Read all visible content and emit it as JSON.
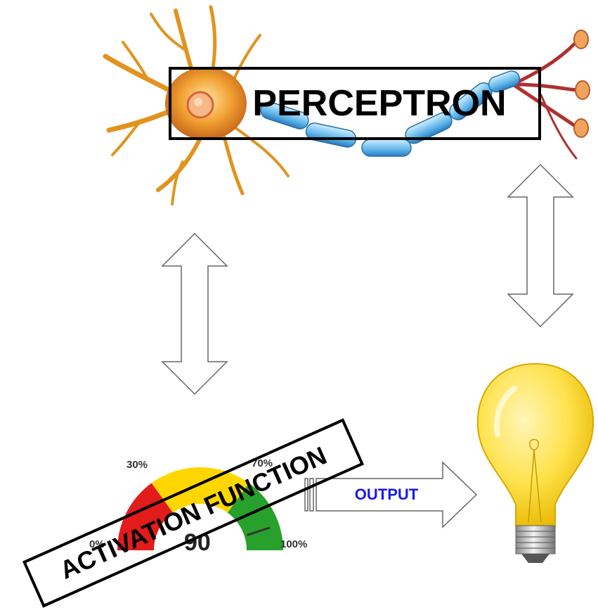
{
  "title": "PERCEPTRON",
  "activation_label": "ACTIVATION FUNCTION",
  "output_label": "OUTPUT",
  "gauge": {
    "label_low": "30%",
    "label_high": "70%",
    "label_min": "0%",
    "label_max": "100%",
    "value_text": "90",
    "needle_fraction": 0.9,
    "colors": {
      "red": "#e21b1b",
      "yellow": "#ffd600",
      "green": "#27a12b"
    }
  },
  "colors": {
    "output_text": "#1a1aee",
    "bulb": "#ffe24d",
    "neuron_body": "#f2a233",
    "axon": "#5fb6ea"
  }
}
